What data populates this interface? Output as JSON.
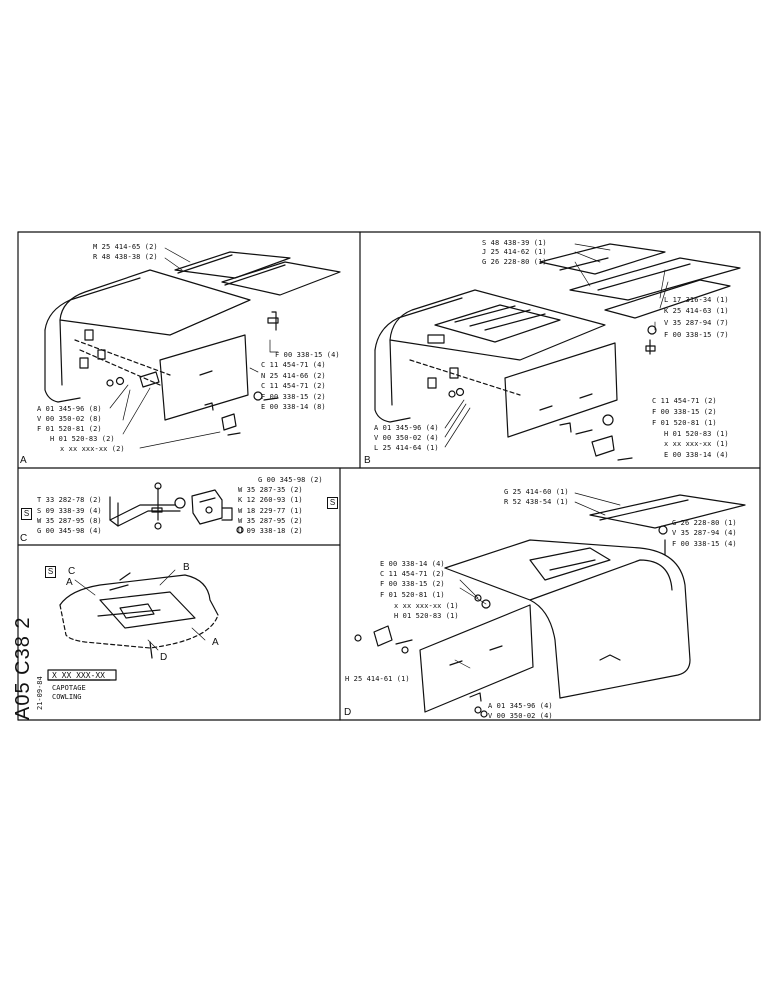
{
  "sheet": {
    "code": "A05 C38 2",
    "date": "21-09-84",
    "part_number": "X XX XXX-XX",
    "title_fr": "CAPOTAGE",
    "title_en": "COWLING"
  },
  "panel_a": {
    "letter": "A",
    "labels": [
      "M 25 414-65 (2)",
      "R 48 438-38 (2)",
      "F 00 338-15 (4)",
      "C 11 454-71 (4)",
      "N 25 414-66 (2)",
      "C 11 454-71 (2)",
      "F 00 338-15 (2)",
      "E 00 338-14 (8)",
      "A 01 345-96 (8)",
      "V 00 350-02 (8)",
      "F 01 520-81 (2)",
      "H 01 520-83 (2)",
      "x xx xxx-xx (2)"
    ]
  },
  "panel_b": {
    "letter": "B",
    "labels": [
      "S 48 438-39 (1)",
      "J 25 414-62 (1)",
      "G 26 228-80 (1)",
      "L 17 316-34 (1)",
      "K 25 414-63 (1)",
      "V 35 287-94 (7)",
      "F 00 338-15 (7)",
      "C 11 454-71 (2)",
      "F 00 338-15 (2)",
      "F 01 520-81 (1)",
      "H 01 520-83 (1)",
      "x xx xxx-xx (1)",
      "E 00 338-14 (4)",
      "A 01 345-96 (4)",
      "V 00 350-02 (4)",
      "L 25 414-64 (1)"
    ]
  },
  "panel_c": {
    "letter": "C",
    "tag": "S",
    "labels": [
      "T 33 282-78 (2)",
      "S 09 338-39 (4)",
      "W 35 287-95 (8)",
      "G 00 345-98 (4)",
      "G 00 345-98 (2)",
      "W 35 287-35 (2)",
      "K 12 260-93 (1)",
      "W 18 229-77 (1)",
      "W 35 287-95 (2)",
      "U 09 338-18 (2)"
    ]
  },
  "overview": {
    "tag": "S",
    "callouts": [
      "C",
      "A",
      "B",
      "A",
      "D"
    ]
  },
  "panel_d": {
    "letter": "D",
    "labels": [
      "G 25 414-60 (1)",
      "R 52 438-54 (1)",
      "G 26 228-80 (1)",
      "V 35 287-94 (4)",
      "F 00 338-15 (4)",
      "E 00 338-14 (4)",
      "C 11 454-71 (2)",
      "F 00 338-15 (2)",
      "F 01 520-81 (1)",
      "x xx xxx-xx (1)",
      "H 01 520-83 (1)",
      "H 25 414-61 (1)",
      "A 01 345-96 (4)",
      "V 00 350-02 (4)"
    ]
  }
}
